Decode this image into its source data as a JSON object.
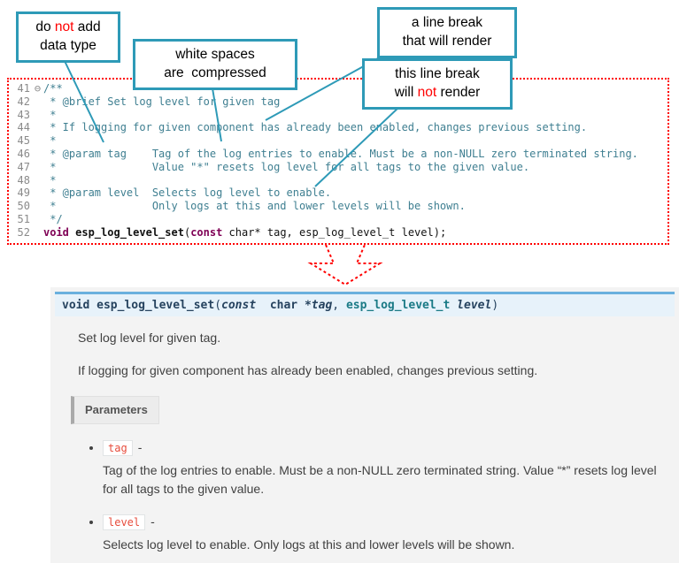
{
  "callouts": {
    "no_datatype": {
      "t1a": "do ",
      "t1b": "not",
      "t1c": " add",
      "t2": "data type"
    },
    "whitespace": {
      "t1": "white spaces",
      "t2": "are  compressed"
    },
    "break_render": {
      "t1": "a line break",
      "t2": "that will render"
    },
    "break_norender": {
      "t1": "this line break",
      "t2a": "will ",
      "t2b": "not",
      "t2c": " render"
    }
  },
  "colors": {
    "callout_border": "#2e9ab7",
    "connector": "#2e9ab7",
    "dotted_red": "#ff0000",
    "comment": "#3f7f91",
    "signature_bg": "#e7f2fa",
    "signature_border": "#6ab0de",
    "chip_text": "#e74c3c"
  },
  "editor": {
    "lines": [
      {
        "num": "41",
        "fold": "⊖",
        "text": "/**"
      },
      {
        "num": "42",
        "text": " * @brief Set log level for given tag"
      },
      {
        "num": "43",
        "text": " *"
      },
      {
        "num": "44",
        "text": " * If logging for given component has already been enabled, changes previous setting."
      },
      {
        "num": "45",
        "text": " *"
      },
      {
        "num": "46",
        "text": " * @param tag    Tag of the log entries to enable. Must be a non-NULL zero terminated string."
      },
      {
        "num": "47",
        "text": " *               Value \"*\" resets log level for all tags to the given value."
      },
      {
        "num": "48",
        "text": " *"
      },
      {
        "num": "49",
        "text": " * @param level  Selects log level to enable."
      },
      {
        "num": "50",
        "text": " *               Only logs at this and lower levels will be shown."
      },
      {
        "num": "51",
        "text": " */"
      },
      {
        "num": "52",
        "kw1": "void ",
        "name": "esp_log_level_set",
        "p1": "(",
        "kw2": "const",
        "p2": " char* tag, esp_log_level_t level);"
      }
    ]
  },
  "doc": {
    "signature": {
      "kw_void": "void ",
      "name": "esp_log_level_set",
      "paren_open": "(",
      "kw_const": "const ",
      "kw_char": " char ",
      "star_param1": "*tag",
      "comma": ", ",
      "type": "esp_log_level_t ",
      "param2": "level",
      "paren_close": ")"
    },
    "p1": "Set log level for given tag.",
    "p2": "If logging for given component has already been enabled, changes previous setting.",
    "params_label": "Parameters",
    "items": [
      {
        "name": "tag",
        "dash": "-",
        "desc": "Tag of the log entries to enable. Must be a non-NULL zero terminated string. Value “*” resets log level for all tags to the given value."
      },
      {
        "name": "level",
        "dash": "-",
        "desc": "Selects log level to enable. Only logs at this and lower levels will be shown."
      }
    ]
  }
}
